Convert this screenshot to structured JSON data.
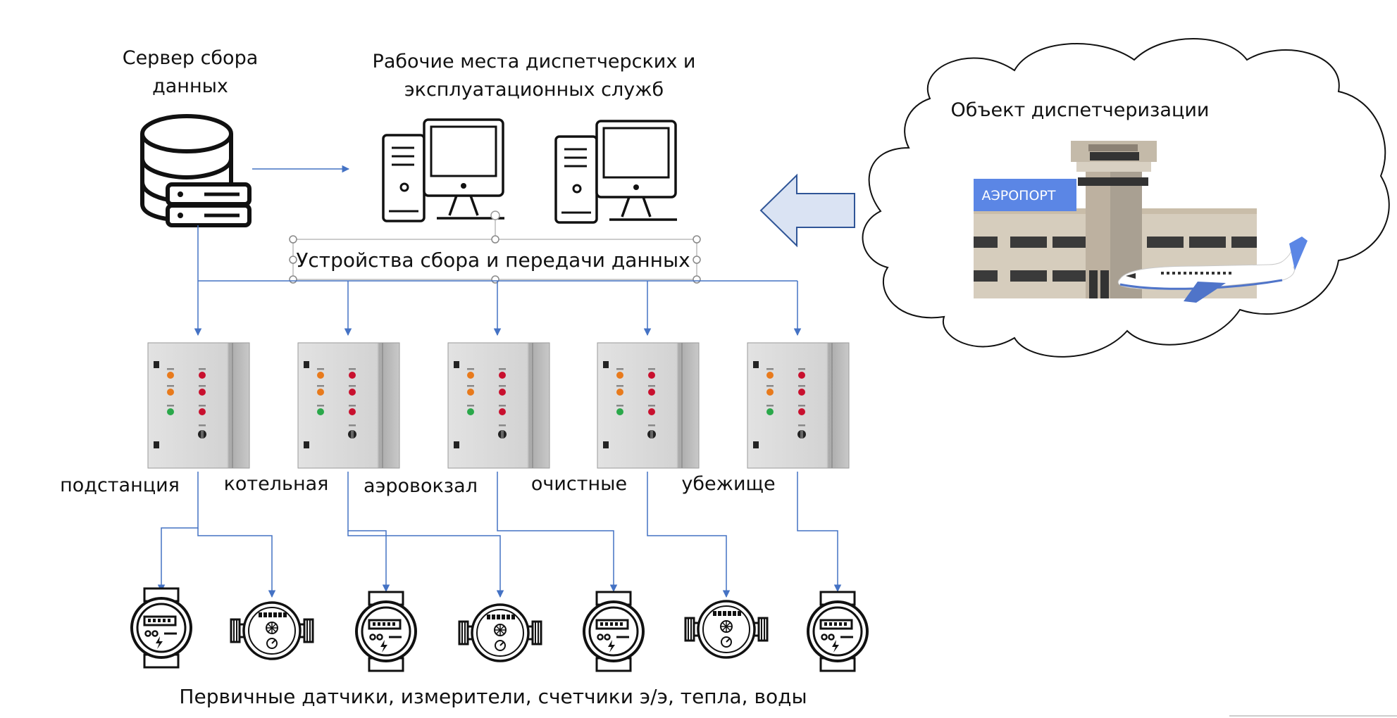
{
  "server": {
    "label_line1": "Сервер сбора",
    "label_line2": "данных",
    "icon": "database-server-icon"
  },
  "workstations": {
    "label_line1": "Рабочие места диспетчерских и",
    "label_line2": "эксплуатационных служб",
    "icon": "desktop-computer-icon",
    "count": 2
  },
  "collector": {
    "label": "Устройства сбора и передачи данных"
  },
  "object": {
    "label": "Объект диспетчеризации",
    "sign_text": "АЭРОПОРТ",
    "sign_color": "#5b86e5"
  },
  "panels": [
    {
      "label": "подстанция"
    },
    {
      "label": "котельная"
    },
    {
      "label": "аэровокзал"
    },
    {
      "label": "очистные"
    },
    {
      "label": "убежище"
    }
  ],
  "sensors": {
    "label": "Первичные датчики, измерители, счетчики э/э, тепла, воды",
    "items": [
      "electric-meter-icon",
      "water-meter-icon",
      "electric-meter-icon",
      "water-meter-icon",
      "electric-meter-icon",
      "water-meter-icon",
      "electric-meter-icon"
    ]
  },
  "colors": {
    "line": "#4472c4",
    "arrow_fill": "#dae3f3",
    "arrow_stroke": "#2f5597"
  }
}
